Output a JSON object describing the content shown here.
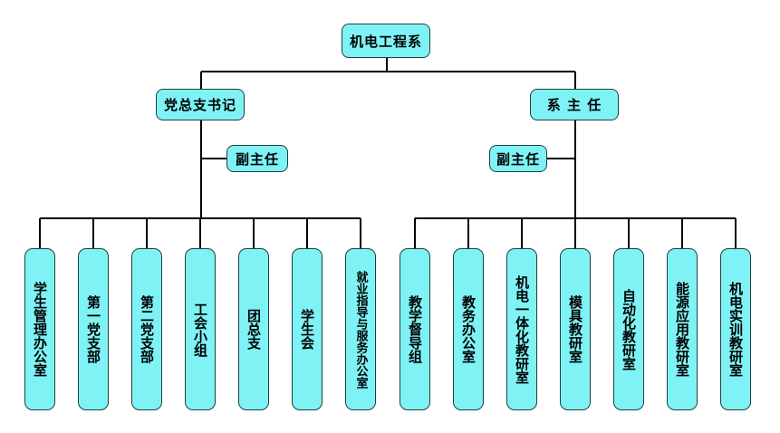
{
  "colors": {
    "box_fill": "#7ff2f5",
    "box_border": "#1f3f3f",
    "line": "#000000"
  },
  "root": {
    "label": "机电工程系"
  },
  "left": {
    "head": "党总支书记",
    "deputy": "副主任",
    "units": [
      "学生管理办公室",
      "第一党支部",
      "第二党支部",
      "工会小组",
      "团总支",
      "学生会",
      "就业指导与服务办公室"
    ]
  },
  "right": {
    "head": "系 主 任",
    "deputy": "副主任",
    "units": [
      "教学督导组",
      "教务办公室",
      "机电一体化教研室",
      "模具教研室",
      "自动化教研室",
      "能源应用教研室",
      "机电实训教研室"
    ]
  }
}
